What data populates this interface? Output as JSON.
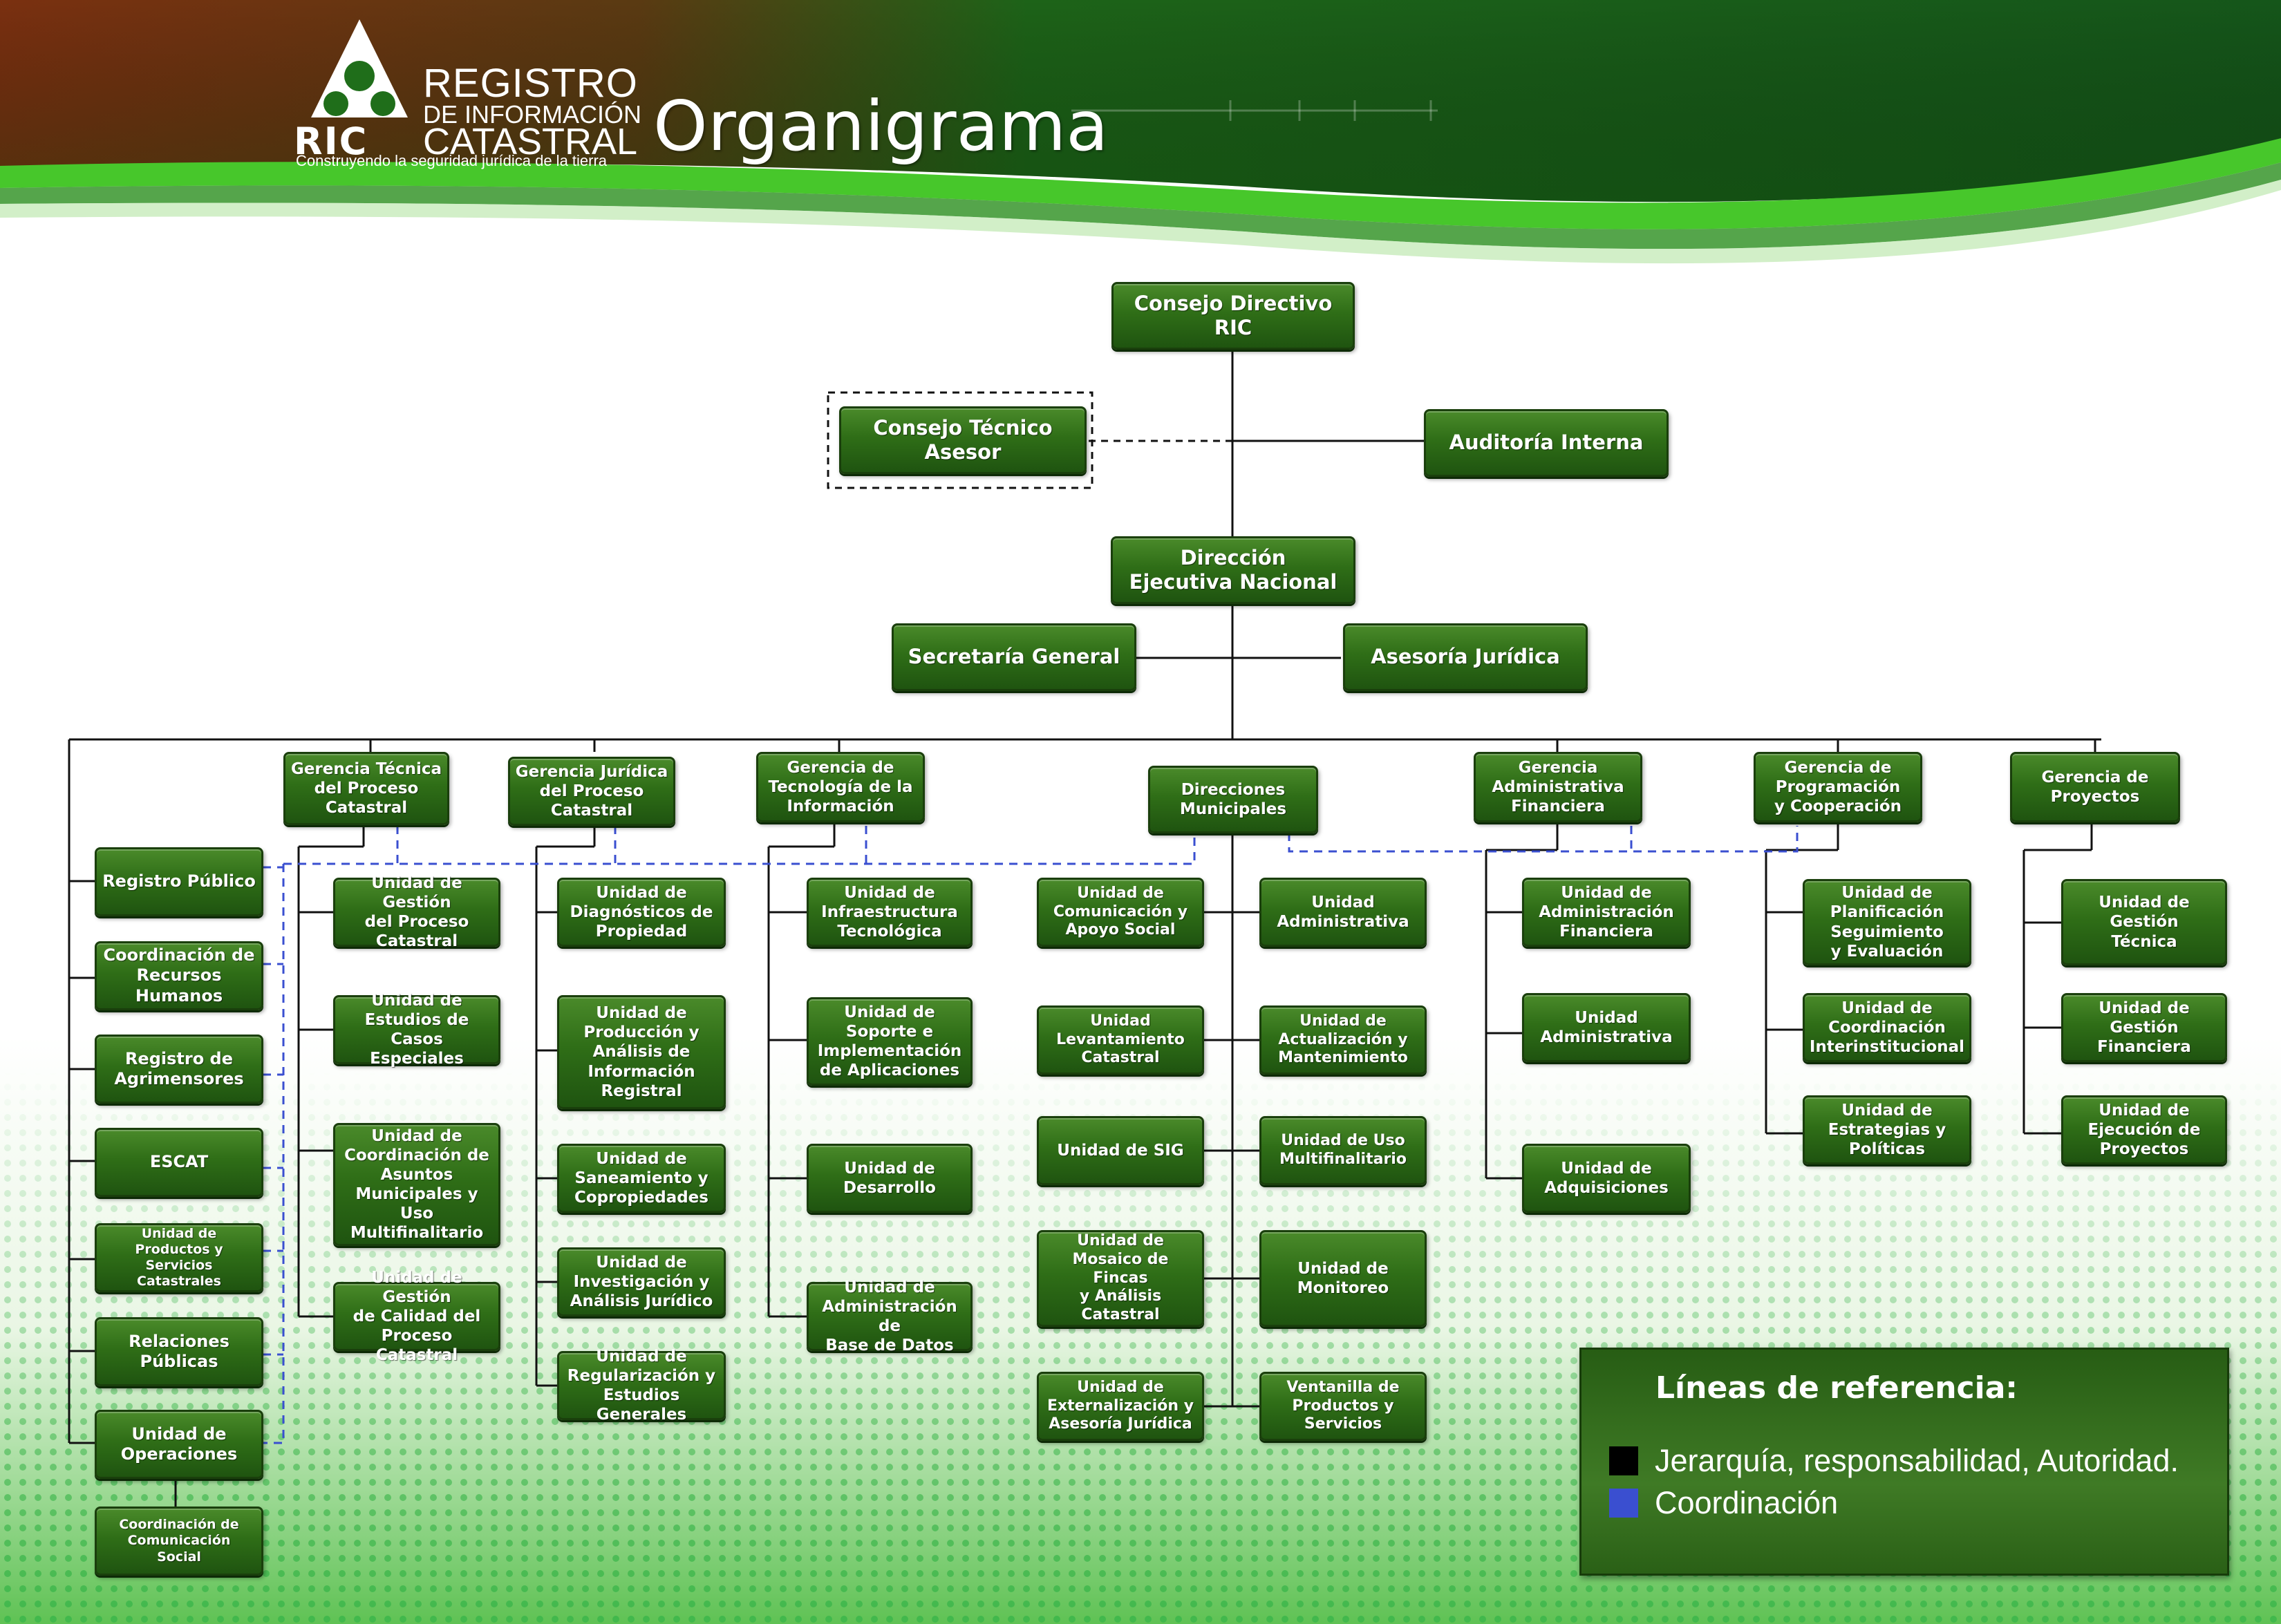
{
  "header": {
    "logo_registro": "REGISTRO",
    "logo_de_informacion": "DE INFORMACIÓN",
    "logo_catastral": "CATASTRAL",
    "logo_ric": "RIC",
    "logo_tagline": "Construyendo la seguridad jurídica de la tierra",
    "title": "Organigrama"
  },
  "nodes": {
    "consejo_directivo": "Consejo Directivo\nRIC",
    "consejo_tecnico": "Consejo Técnico\nAsesor",
    "auditoria": "Auditoría Interna",
    "direccion": "Dirección\nEjecutiva Nacional",
    "secretaria": "Secretaría General",
    "asesoria": "Asesoría Jurídica",
    "g_tecnica": "Gerencia Técnica\ndel Proceso\nCatastral",
    "g_juridica": "Gerencia Jurídica\ndel Proceso\nCatastral",
    "g_tecnologia": "Gerencia de\nTecnología de la\nInformación",
    "dir_municipales": "Direcciones\nMunicipales",
    "g_administrativa": "Gerencia\nAdministrativa\nFinanciera",
    "g_programacion": "Gerencia de\nProgramación\ny Cooperación",
    "g_proyectos": "Gerencia de\nProyectos",
    "registro_publico": "Registro Público",
    "coord_rrhh": "Coordinación de\nRecursos Humanos",
    "registro_agrimensores": "Registro de\nAgrimensores",
    "escat": "ESCAT",
    "productos_catastrales": "Unidad de\nProductos y Servicios\nCatastrales",
    "relaciones_publicas": "Relaciones\nPúblicas",
    "operaciones": "Unidad de\nOperaciones",
    "coord_comunicacion": "Coordinación de\nComunicación\nSocial",
    "ut_gestion_proceso": "Unidad de Gestión\ndel Proceso\nCatastral",
    "ut_estudios_casos": "Unidad de\nEstudios de Casos\nEspeciales",
    "ut_coordinacion_asuntos": "Unidad de\nCoordinación de\nAsuntos\nMunicipales y Uso\nMultifinalitario",
    "ut_gestion_calidad": "Unidad de Gestión\nde Calidad del\nProceso Catastral",
    "uj_diagnosticos": "Unidad de\nDiagnósticos de\nPropiedad",
    "uj_produccion": "Unidad de\nProducción y\nAnálisis de\nInformación\nRegistral",
    "uj_saneamiento": "Unidad de\nSaneamiento y\nCopropiedades",
    "uj_investigacion": "Unidad de\nInvestigación y\nAnálisis Jurídico",
    "uj_regularizacion": "Unidad de\nRegularización y\nEstudios Generales",
    "uti_infraestructura": "Unidad de\nInfraestructura\nTecnológica",
    "uti_soporte": "Unidad de\nSoporte e\nImplementación\nde Aplicaciones",
    "uti_desarrollo": "Unidad de\nDesarrollo",
    "uti_base_datos": "Unidad de\nAdministración de\nBase de Datos",
    "um_comunicacion": "Unidad de\nComunicación y\nApoyo Social",
    "um_administrativa": "Unidad\nAdministrativa",
    "um_levantamiento": "Unidad\nLevantamiento\nCatastral",
    "um_actualizacion": "Unidad de\nActualización y\nMantenimiento",
    "um_sig": "Unidad de SIG",
    "um_uso_multi": "Unidad de Uso\nMultifinalitario",
    "um_mosaico": "Unidad de\nMosaico de Fincas\ny Análisis\nCatastral",
    "um_monitoreo": "Unidad de\nMonitoreo",
    "um_externalizacion": "Unidad de\nExternalización y\nAsesoría Jurídica",
    "um_ventanilla": "Ventanilla de\nProductos y\nServicios",
    "ua_admin_financiera": "Unidad de\nAdministración\nFinanciera",
    "ua_administrativa": "Unidad\nAdministrativa",
    "ua_adquisiciones": "Unidad de\nAdquisiciones",
    "up_planificacion": "Unidad de\nPlanificación\nSeguimiento\ny Evaluación",
    "up_coordinacion": "Unidad de\nCoordinación\nInterinstitucional",
    "up_estrategias": "Unidad de\nEstrategias y\nPolíticas",
    "upr_tecnica": "Unidad de\nGestión\nTécnica",
    "upr_financiera": "Unidad de\nGestión\nFinanciera",
    "upr_ejecucion": "Unidad de\nEjecución de\nProyectos"
  },
  "legend": {
    "title": "Líneas de referencia:",
    "items": [
      {
        "label": "Jerarquía, responsabilidad, Autoridad.",
        "color": "#000000"
      },
      {
        "label": "Coordinación",
        "color": "#3a4fd0"
      }
    ]
  },
  "colors": {
    "header_brown": "#7a3010",
    "header_green": "#1f6e1a",
    "accent_lime": "#4fd12a",
    "node_green": "#2f6e17",
    "coordination_blue": "#3a4fd0"
  }
}
